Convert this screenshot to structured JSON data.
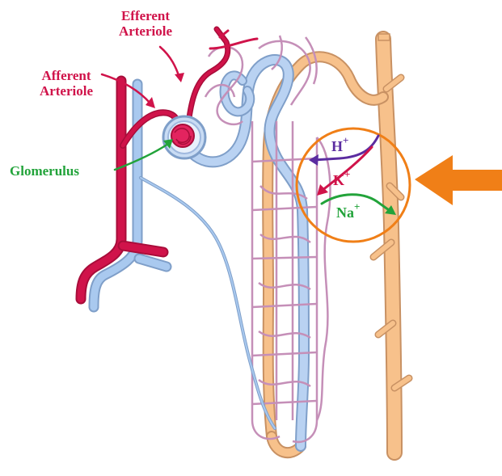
{
  "labels": {
    "efferent_line1": "Efferent",
    "efferent_line2": "Arteriole",
    "afferent_line1": "Afferent",
    "afferent_line2": "Arteriole",
    "glomerulus": "Glomerulus"
  },
  "ions": {
    "hydrogen_symbol": "H",
    "hydrogen_charge": "+",
    "potassium_symbol": "K",
    "potassium_charge": "+",
    "sodium_symbol": "Na",
    "sodium_charge": "+"
  },
  "colors": {
    "arteriole_red": "#d0134a",
    "vein_blue": "#a9c9ef",
    "tubule_tan": "#f7c18b",
    "capillary_purple": "#c58fb8",
    "highlight_orange": "#f07f17",
    "hydrogen_arrow": "#5b2ca0",
    "potassium_arrow": "#d0134a",
    "sodium_arrow": "#22a33a",
    "glomerulus_label": "#22a33a",
    "arteriole_label": "#d0134a"
  }
}
